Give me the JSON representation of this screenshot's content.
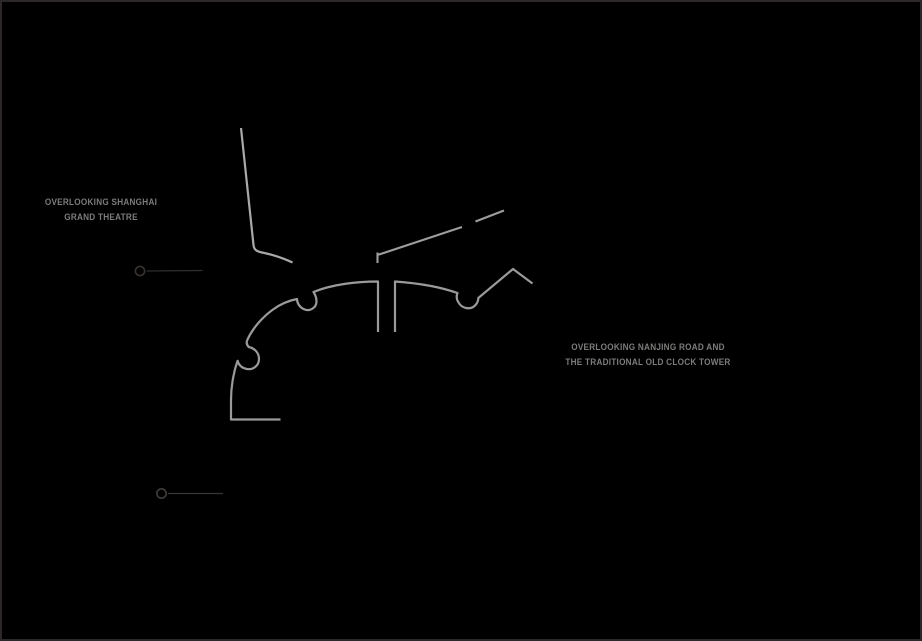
{
  "page": {
    "background": "#000000",
    "frame_border": "#2c2829"
  },
  "colors": {
    "line_bright": "#a9a9a9",
    "line_primary": "#9a9a9a",
    "line_diagonal": "#9d9d9d",
    "text": "#7c7c7a",
    "marker_theatre": "#38322f",
    "marker_theatre_line": "#312e2d",
    "marker_road": "#403c3a",
    "marker_road_line": "#3a3736"
  },
  "annotations": {
    "theatre": {
      "line1": "OVERLOOKING SHANGHAI",
      "line2": "GRAND THEATRE"
    },
    "nanjing_road": {
      "line1": "OVERLOOKING NANJING ROAD AND",
      "line2": "THE TRADITIONAL OLD CLOCK TOWER"
    }
  }
}
